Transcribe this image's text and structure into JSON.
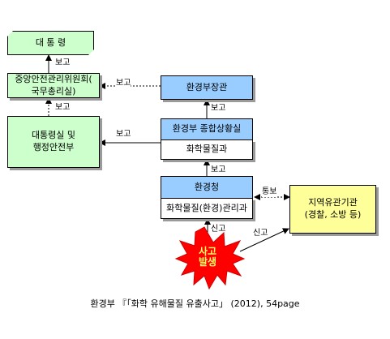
{
  "nodes": {
    "president": "대 통 령",
    "central_committee": "중앙안전관리위원회(\n국무총리실)",
    "presidential_office": "대통령실 및\n행정안전부",
    "minister_office": "환경부장관",
    "moe_situation_room": "환경부 종합상황실",
    "chemical_division": "화학물질과",
    "environment_office": "환경청",
    "chemical_mgmt_division": "화학물질(환경)관리과",
    "local_agencies": "지역유관기관\n(경찰, 소방 등)",
    "accident": "사고\n발생"
  },
  "edges": {
    "report_1": "보고",
    "report_2": "보고",
    "report_3": "보고",
    "report_4": "보고",
    "report_5": "보고",
    "report_6": "보고",
    "notify": "통보",
    "declare_1": "신고",
    "declare_2": "신고"
  },
  "caption": "환경부 『「화학 유해물질 유출사고」 (2012), 54page",
  "colors": {
    "green": "#ccffcc",
    "blue": "#99ccff",
    "yellow": "#ffff99",
    "burst": "#ff0000"
  }
}
